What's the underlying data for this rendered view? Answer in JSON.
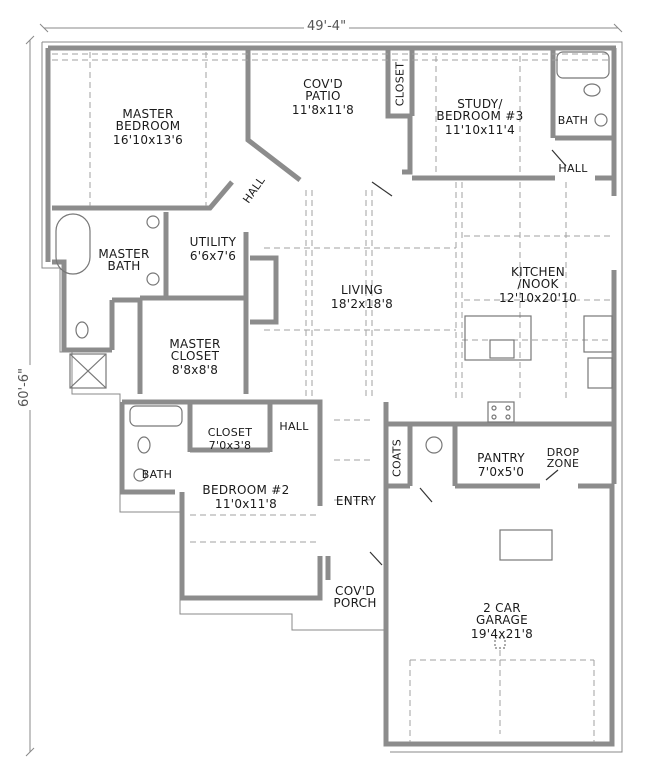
{
  "dimensions": {
    "width": "49'-4\"",
    "depth": "60'-6\""
  },
  "rooms": [
    {
      "id": "master-bedroom",
      "name": "MASTER\nBEDROOM",
      "size": "16'10x13'6"
    },
    {
      "id": "covd-patio",
      "name": "COV'D\nPATIO",
      "size": "11'8x11'8"
    },
    {
      "id": "closet-study",
      "name": "CLOSET",
      "size": ""
    },
    {
      "id": "study-bedroom-3",
      "name": "STUDY/\nBEDROOM #3",
      "size": "11'10x11'4"
    },
    {
      "id": "bath-3",
      "name": "BATH",
      "size": ""
    },
    {
      "id": "hall-study",
      "name": "HALL",
      "size": ""
    },
    {
      "id": "hall-master",
      "name": "HALL",
      "size": ""
    },
    {
      "id": "master-bath",
      "name": "MASTER\nBATH",
      "size": ""
    },
    {
      "id": "utility",
      "name": "UTILITY",
      "size": "6'6x7'6"
    },
    {
      "id": "living",
      "name": "LIVING",
      "size": "18'2x18'8"
    },
    {
      "id": "kitchen-nook",
      "name": "KITCHEN\n/NOOK",
      "size": "12'10x20'10"
    },
    {
      "id": "master-closet",
      "name": "MASTER\nCLOSET",
      "size": "8'8x8'8"
    },
    {
      "id": "closet-bed2",
      "name": "CLOSET",
      "size": "7'0x3'8"
    },
    {
      "id": "hall-bed2",
      "name": "HALL",
      "size": ""
    },
    {
      "id": "bath-2",
      "name": "BATH",
      "size": ""
    },
    {
      "id": "bedroom-2",
      "name": "BEDROOM #2",
      "size": "11'0x11'8"
    },
    {
      "id": "entry",
      "name": "ENTRY",
      "size": ""
    },
    {
      "id": "coats",
      "name": "COATS",
      "size": ""
    },
    {
      "id": "pantry",
      "name": "PANTRY",
      "size": "7'0x5'0"
    },
    {
      "id": "drop-zone",
      "name": "DROP\nZONE",
      "size": ""
    },
    {
      "id": "covd-porch",
      "name": "COV'D\nPORCH",
      "size": ""
    },
    {
      "id": "garage",
      "name": "2 CAR\nGARAGE",
      "size": "19'4x21'8"
    }
  ],
  "colors": {
    "wall_fill": "#9a9a9a",
    "wall_edge": "#555555",
    "dashed": "#9a9a9a",
    "text": "#1a1a1a",
    "background": "#ffffff"
  }
}
